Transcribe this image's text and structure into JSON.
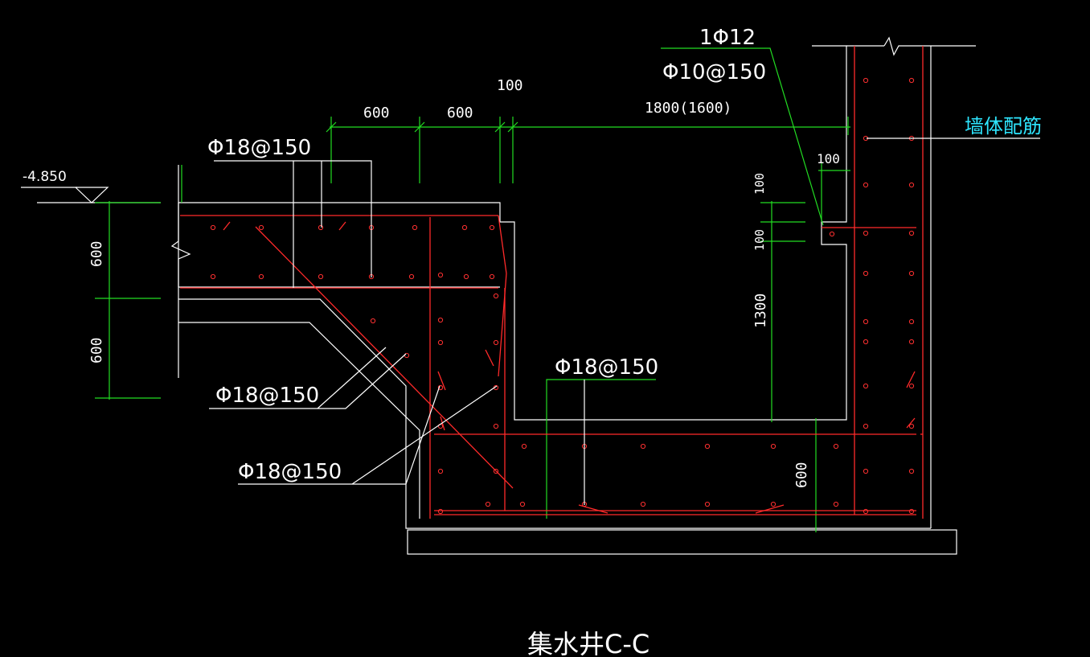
{
  "drawing": {
    "title": "集水井C-C",
    "elevation": "-4.850",
    "wall_note": "墙体配筋",
    "labels": {
      "top_bar": "1Φ12",
      "top_stirrup": "Φ10@150",
      "slab_upper": "Φ18@150",
      "slope_1": "Φ18@150",
      "slope_2": "Φ18@150",
      "pit_bottom": "Φ18@150"
    },
    "dims": {
      "d600a": "600",
      "d600b": "600",
      "d100a": "100",
      "d1800": "1800(1600)",
      "d100b": "100",
      "d100c": "100",
      "d100d": "100",
      "d1300": "1300",
      "d600left_top": "600",
      "d600left_bot": "600",
      "d600bottom": "600"
    }
  },
  "colors": {
    "concrete_outline": "#ffffff",
    "dimension": "#22dd22",
    "rebar": "#ff2a2a",
    "note": "#2ee6ff",
    "background": "#000000"
  }
}
